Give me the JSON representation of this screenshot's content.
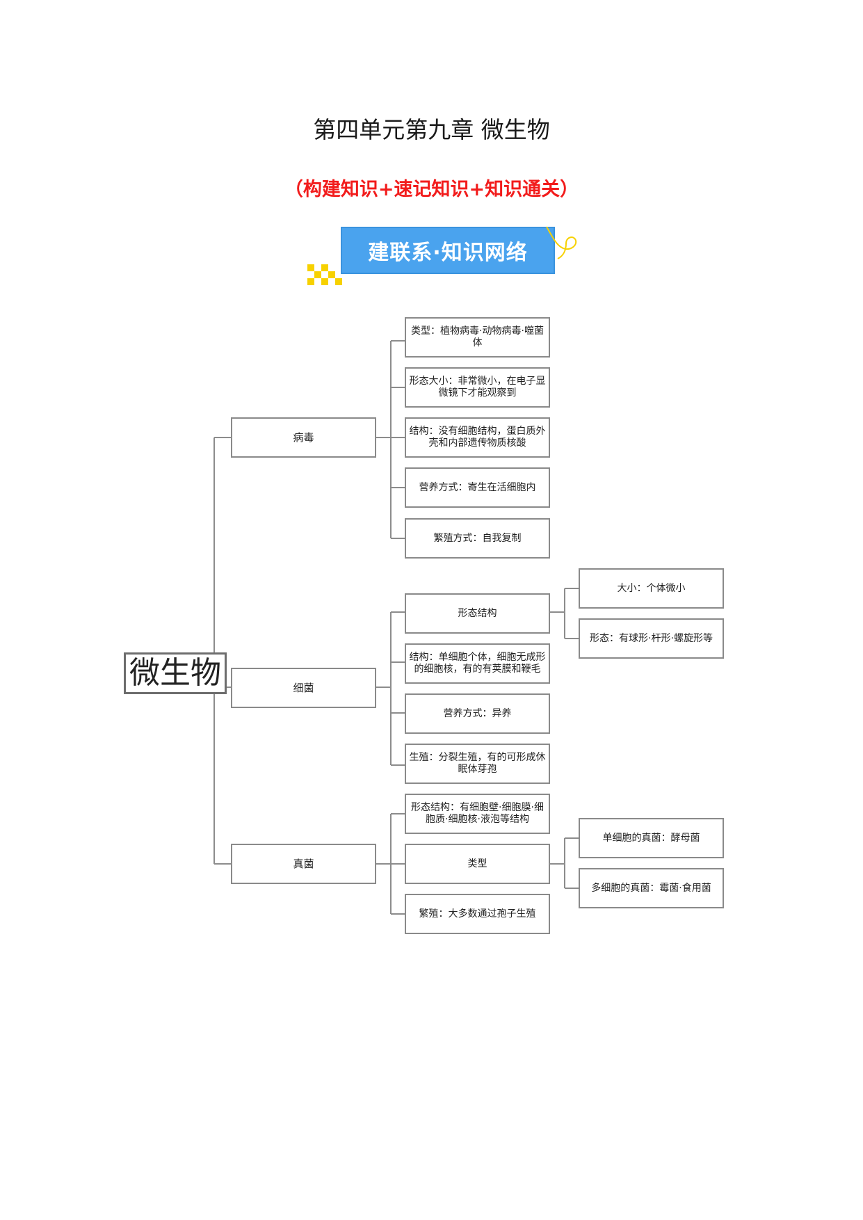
{
  "header": {
    "title": "第四单元第九章 微生物",
    "subtitle": "（构建知识+速记知识+知识通关）",
    "banner": "建联系·知识网络"
  },
  "mindmap": {
    "root": "微生物",
    "virus": {
      "label": "病毒",
      "items": [
        "类型：植物病毒·动物病毒·噬菌体",
        "形态大小：非常微小，在电子显微镜下才能观察到",
        "结构：没有细胞结构，蛋白质外壳和内部遗传物质核酸",
        "营养方式：寄生在活细胞内",
        "繁殖方式：自我复制"
      ]
    },
    "bacteria": {
      "label": "细菌",
      "items": [
        "形态结构",
        "结构：单细胞个体，细胞无成形的细胞核，有的有荚膜和鞭毛",
        "营养方式：异养",
        "生殖：分裂生殖，有的可形成休眠体芽孢"
      ],
      "morphology": [
        "大小：个体微小",
        "形态：有球形·杆形·螺旋形等"
      ]
    },
    "fungi": {
      "label": "真菌",
      "items": [
        "形态结构：有细胞壁·细胞膜·细胞质·细胞核·液泡等结构",
        "类型",
        "繁殖：大多数通过孢子生殖"
      ],
      "types": [
        "单细胞的真菌：酵母菌",
        "多细胞的真菌：霉菌·食用菌"
      ]
    }
  }
}
